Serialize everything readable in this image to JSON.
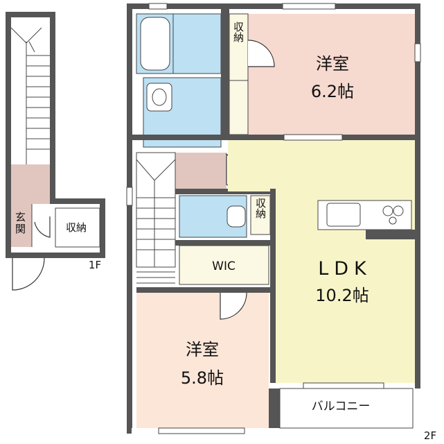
{
  "floor_1": {
    "floor_label": "1F",
    "entrance_label": "玄関",
    "storage_label": "収納"
  },
  "floor_2": {
    "floor_label": "2F",
    "bedroom_a": {
      "label": "洋室",
      "size": "6.2帖"
    },
    "bedroom_b": {
      "label": "洋室",
      "size": "5.8帖"
    },
    "ldk": {
      "label": "LDK",
      "size": "10.2帖"
    },
    "wic_label": "WIC",
    "storage_top_label": "収納",
    "storage_mid_label": "収納",
    "balcony_label": "バルコニー"
  },
  "colors": {
    "wet_area": "#bde0f3",
    "bedroom_a": "#f6d9cf",
    "ldk": "#f7f5c8",
    "wic": "#fbf8e3",
    "bedroom_b": "#fbe6d8",
    "hall": "#e1c6c0",
    "wall": "#555555"
  }
}
